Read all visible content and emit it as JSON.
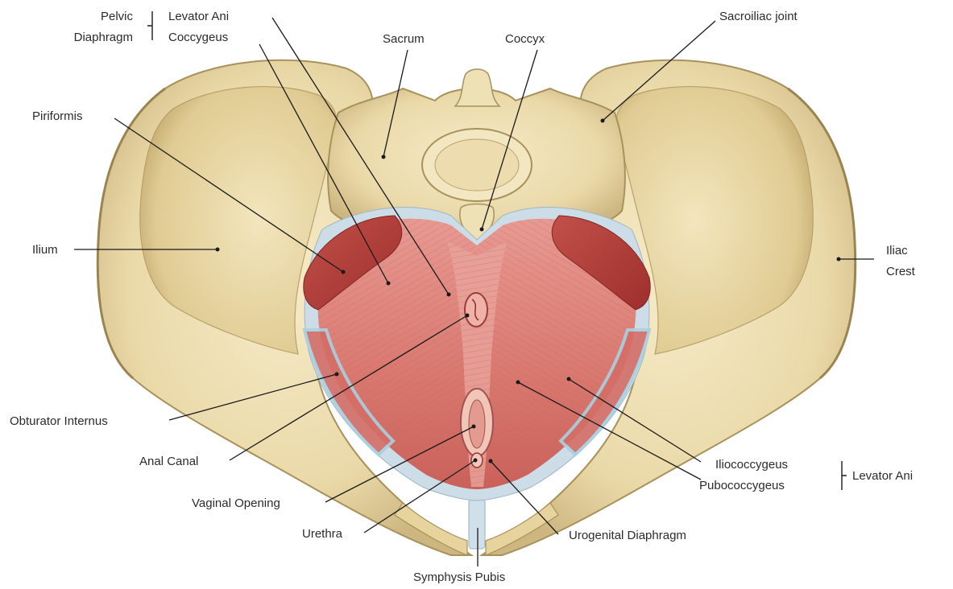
{
  "labels": {
    "pelvic": "Pelvic",
    "diaphragm": "Diaphragm",
    "levator_ani_top": "Levator Ani",
    "coccygeus": "Coccygeus",
    "sacrum": "Sacrum",
    "coccyx": "Coccyx",
    "sacroiliac_joint": "Sacroiliac joint",
    "piriformis": "Piriformis",
    "ilium": "Ilium",
    "iliac": "Iliac",
    "crest": "Crest",
    "obturator_internus": "Obturator Internus",
    "anal_canal": "Anal Canal",
    "vaginal_opening": "Vaginal Opening",
    "urethra": "Urethra",
    "urogenital_diaphragm": "Urogenital Diaphragm",
    "symphysis_pubis": "Symphysis Pubis",
    "iliococcygeus": "Iliococcygeus",
    "pubococcygeus": "Pubococcygeus",
    "levator_ani_right": "Levator Ani"
  },
  "colors": {
    "bone": "#ecdcae",
    "bone_shadow": "#c9b57f",
    "bone_edge": "#a8925c",
    "muscle": "#d9786f",
    "muscle_dark": "#b8453f",
    "fascia": "#c9dbe6",
    "background": "#ffffff"
  }
}
